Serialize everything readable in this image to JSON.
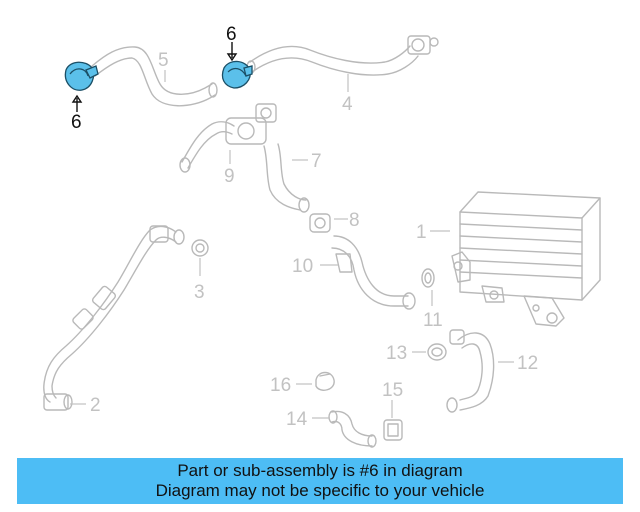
{
  "callouts": {
    "c1": "1",
    "c2": "2",
    "c3": "3",
    "c4": "4",
    "c5": "5",
    "c6a_top": "6",
    "c6b_bottom": "6",
    "c7": "7",
    "c8": "8",
    "c9": "9",
    "c10": "10",
    "c11": "11",
    "c12": "12",
    "c13": "13",
    "c14": "14",
    "c15": "15",
    "c16": "16"
  },
  "banner": {
    "line1": "Part or sub-assembly is #6 in diagram",
    "line2": "Diagram may not be specific to your vehicle"
  },
  "colors": {
    "highlight": "#5bc0ea",
    "banner_bg": "#4dbdf5",
    "part_stroke": "#b9b9b9"
  }
}
